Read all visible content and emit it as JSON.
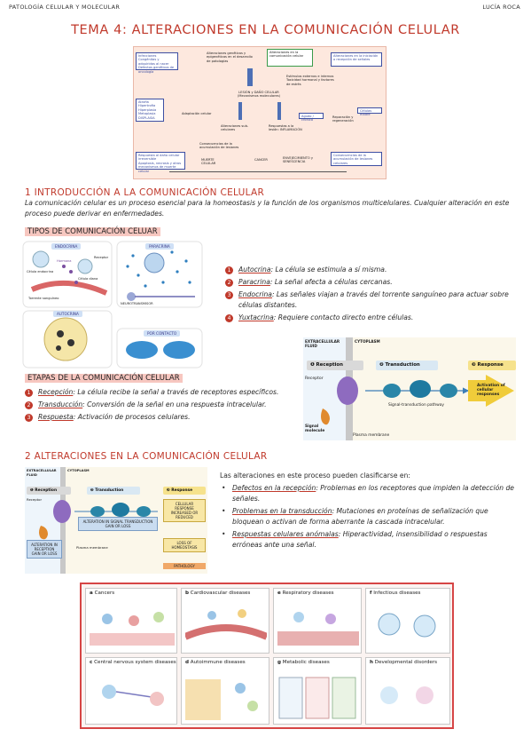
{
  "header": {
    "left": "PATOLOGÍA CELULAR Y MOLECULAR",
    "right": "LUCÍA ROCA"
  },
  "title": "TEMA 4: ALTERACIONES EN LA COMUNICACIÓN CELULAR",
  "overview_diagram": {
    "box_left_top": "Infecciones\nCongénitas y adquiridas al nacer\nDefectos genéticos de oncología",
    "box_genetic": "Alteraciones genéticas y epigenéticas en el desarrollo de patologías",
    "box_comm": "Alteraciones en la comunicación celular",
    "box_right_top": "Alteraciones en la iniciación o recepción de señales",
    "box_mid_right": "Estímulos externos e internos\nToxicidad hormonal y factores de estrés",
    "box_lesion": "LESIÓN y DAÑO CELULAR\n(Mecanismos moleculares)",
    "box_left_mid": "Atrofia\nHipertrofia\nHiperplasia\nMetaplasia\nDISPLASIA",
    "box_adapt": "Adaptación celular",
    "box_subcel": "Alteraciones sub-celulares",
    "box_resp": "Respuestas a la lesión: INFLAMACIÓN",
    "box_agudo": "Agudo / crónico",
    "box_reparacion": "Reparación y regeneración",
    "box_cicatriz": "Células madre",
    "box_consec": "Consecuencias de la acumulación de lesiones",
    "box_left_bot": "Respuesta al daño celular irreversible\nApoptosis, necrosis y otros mecanismos de muerte celular",
    "box_muerte": "MUERTE CELULAR",
    "box_cancer": "CANCER",
    "box_env": "ENVEJECIMIENTO y SENESCENCIA",
    "box_right_bot": "Consecuencias de la acumulación de lesiones celulares"
  },
  "section1": {
    "heading": "1 INTRODUCCIÓN A LA COMUNICACIÓN CELULAR",
    "intro": "La comunicación celular es un proceso esencial para la homeostasis y la función de los organismos multicelulares. Cualquier alteración en este proceso puede derivar en enfermedades.",
    "types_heading": "TIPOS DE COMUNICACIÓN CELUAR",
    "types": [
      {
        "num": "1",
        "term": "Autocrina",
        "desc": ": La célula se estimula a sí misma."
      },
      {
        "num": "2",
        "term": "Paracrina",
        "desc": ": La señal afecta a células cercanas."
      },
      {
        "num": "3",
        "term": "Endocrina",
        "desc": ": Las señales viajan a través del torrente sanguíneo para actuar sobre células distantes."
      },
      {
        "num": "4",
        "term": "Yuxtacrina",
        "desc": ": Requiere contacto directo entre células."
      }
    ],
    "types_figure": {
      "endocrine": "ENDOCRINA",
      "paracrine": "PARACRINA",
      "autocrine": "AUTOCRINA",
      "contact": "POR CONTACTO",
      "neuro": "NEUROTRANSMISOR",
      "blood": "Torrente sanguíneo",
      "hormone": "Hormona",
      "endocrine_cell": "Célula endocrina",
      "receptor": "Receptor",
      "target": "Célula diana"
    },
    "stages_heading": "ETAPAS DE LA COMUNICACIÓN CELULAR",
    "stages": [
      {
        "num": "1",
        "term": "Recepción",
        "desc": ": La célula recibe la señal a través de receptores específicos."
      },
      {
        "num": "2",
        "term": "Transducción",
        "desc": ": Conversión de la señal en una respuesta intracelular."
      },
      {
        "num": "3",
        "term": "Respuesta",
        "desc": ": Activación de procesos celulares."
      }
    ],
    "stages_figure": {
      "extracellular": "EXTRACELLULAR FLUID",
      "cytoplasm": "CYTOPLASM",
      "reception": "Reception",
      "transduction": "Transduction",
      "response": "Response",
      "receptor": "Receptor",
      "pathway": "Signal-transduction pathway",
      "activation": "Activation of cellular responses",
      "signal": "Signal molecule",
      "membrane": "Plasma membrane"
    }
  },
  "section2": {
    "heading": "2 ALTERACIONES EN LA COMUNICACIÓN CELULAR",
    "intro": "Las alteraciones en este proceso pueden clasificarse en:",
    "items": [
      {
        "term": "Defectos en la recepción",
        "desc": ": Problemas en los receptores que impiden la detección de señales."
      },
      {
        "term": "Problemas en la transducción",
        "desc": ": Mutaciones en proteínas de señalización que bloquean o activan de forma aberrante la cascada intracelular."
      },
      {
        "term": "Respuestas celulares anómalas",
        "desc": ": Hiperactividad, insensibilidad o respuestas erróneas ante una señal."
      }
    ],
    "alt_figure": {
      "extracellular": "EXTRACELLULAR FLUID",
      "cytoplasm": "CYTOPLASM",
      "reception": "Reception",
      "transduction": "Transduction",
      "response": "Response",
      "receptor": "Receptor",
      "alt_transduction": "ALTERATION IN SIGNAL TRANSDUCTION GAIN OR LOSS",
      "alt_reception": "ALTERATION IN RECEPTION GAIN OR LOSS",
      "cell_response": "CELLULAR RESPONSE INCREASED OR REDUCED",
      "loss": "LOSS OF HOMEOSTASIS",
      "pathology": "PATHOLOGY",
      "membrane": "Plasma membrane"
    },
    "diseases": [
      {
        "letter": "a",
        "name": "Cancers"
      },
      {
        "letter": "b",
        "name": "Cardiovascular diseases"
      },
      {
        "letter": "e",
        "name": "Respiratory diseases"
      },
      {
        "letter": "f",
        "name": "Infectious diseases"
      },
      {
        "letter": "c",
        "name": "Central nervous system diseases"
      },
      {
        "letter": "d",
        "name": "Autoimmune diseases"
      },
      {
        "letter": "g",
        "name": "Metabolic diseases"
      },
      {
        "letter": "h",
        "name": "Developmental disorders"
      }
    ]
  },
  "colors": {
    "accent": "#c0392b",
    "highlight": "#f7c7c0",
    "diagram_bg": "#fde8de",
    "diagram_blue": "#3d4fa3"
  }
}
